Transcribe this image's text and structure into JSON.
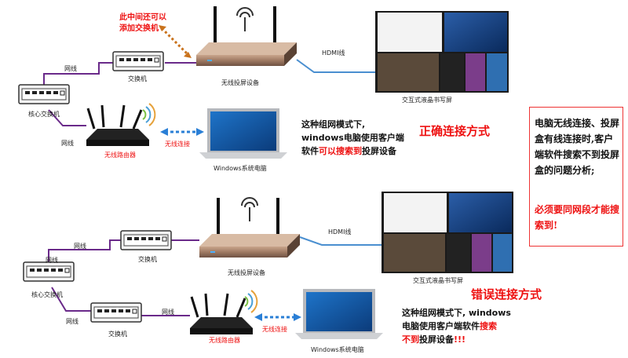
{
  "top": {
    "note_switch_line1": "此中间还可以",
    "note_switch_line2": "添加交换机",
    "cable_top": "网线",
    "cable_left": "网线",
    "switch_label": "交换机",
    "core_switch_label": "核心交换机",
    "box_label": "无线投屏设备",
    "hdmi_label": "HDMI线",
    "screen_label": "交互式液晶书写屏",
    "router_label": "无线路由器",
    "wireless_label": "无线连接",
    "laptop_label": "Windows系统电脑",
    "desc_line1": "这种组网模式下,",
    "desc_line2": "windows电脑使用客户端",
    "desc_line3_pre": "软件",
    "desc_line3_hl": "可以搜索到",
    "desc_line3_post": "投屏设备",
    "title": "正确连接方式"
  },
  "bottom": {
    "cable_switch": "网线",
    "cable_core_top": "网线",
    "cable_core_bottom": "网线",
    "cable_router": "网线",
    "switch1_label": "交换机",
    "switch2_label": "交换机",
    "core_switch_label": "核心交换机",
    "box_label": "无线投屏设备",
    "hdmi_label": "HDMI线",
    "screen_label": "交互式液晶书写屏",
    "router_label": "无线路由器",
    "wireless_label": "无线连接",
    "laptop_label": "Windows系统电脑",
    "desc_line1": "这种组网模式下, windows",
    "desc_line2_pre": "电脑使用客户端软件",
    "desc_line2_hl": "搜索",
    "desc_line3_hl": "不到",
    "desc_line3_post": "投屏设备",
    "desc_line3_tail": "!!!",
    "title": "错误连接方式"
  },
  "analysis": {
    "body": "电脑无线连接、投屏盒有线连接时,客户端软件搜索不到投屏盒的问题分析;",
    "conclusion": "必须要同网段才能搜索到!"
  },
  "colors": {
    "cable": "#6a2a8a",
    "hdmi": "#4a8fd0",
    "wireless": "#2a7fd6",
    "accent": "#e11111",
    "note_arrow": "#c9721c"
  }
}
